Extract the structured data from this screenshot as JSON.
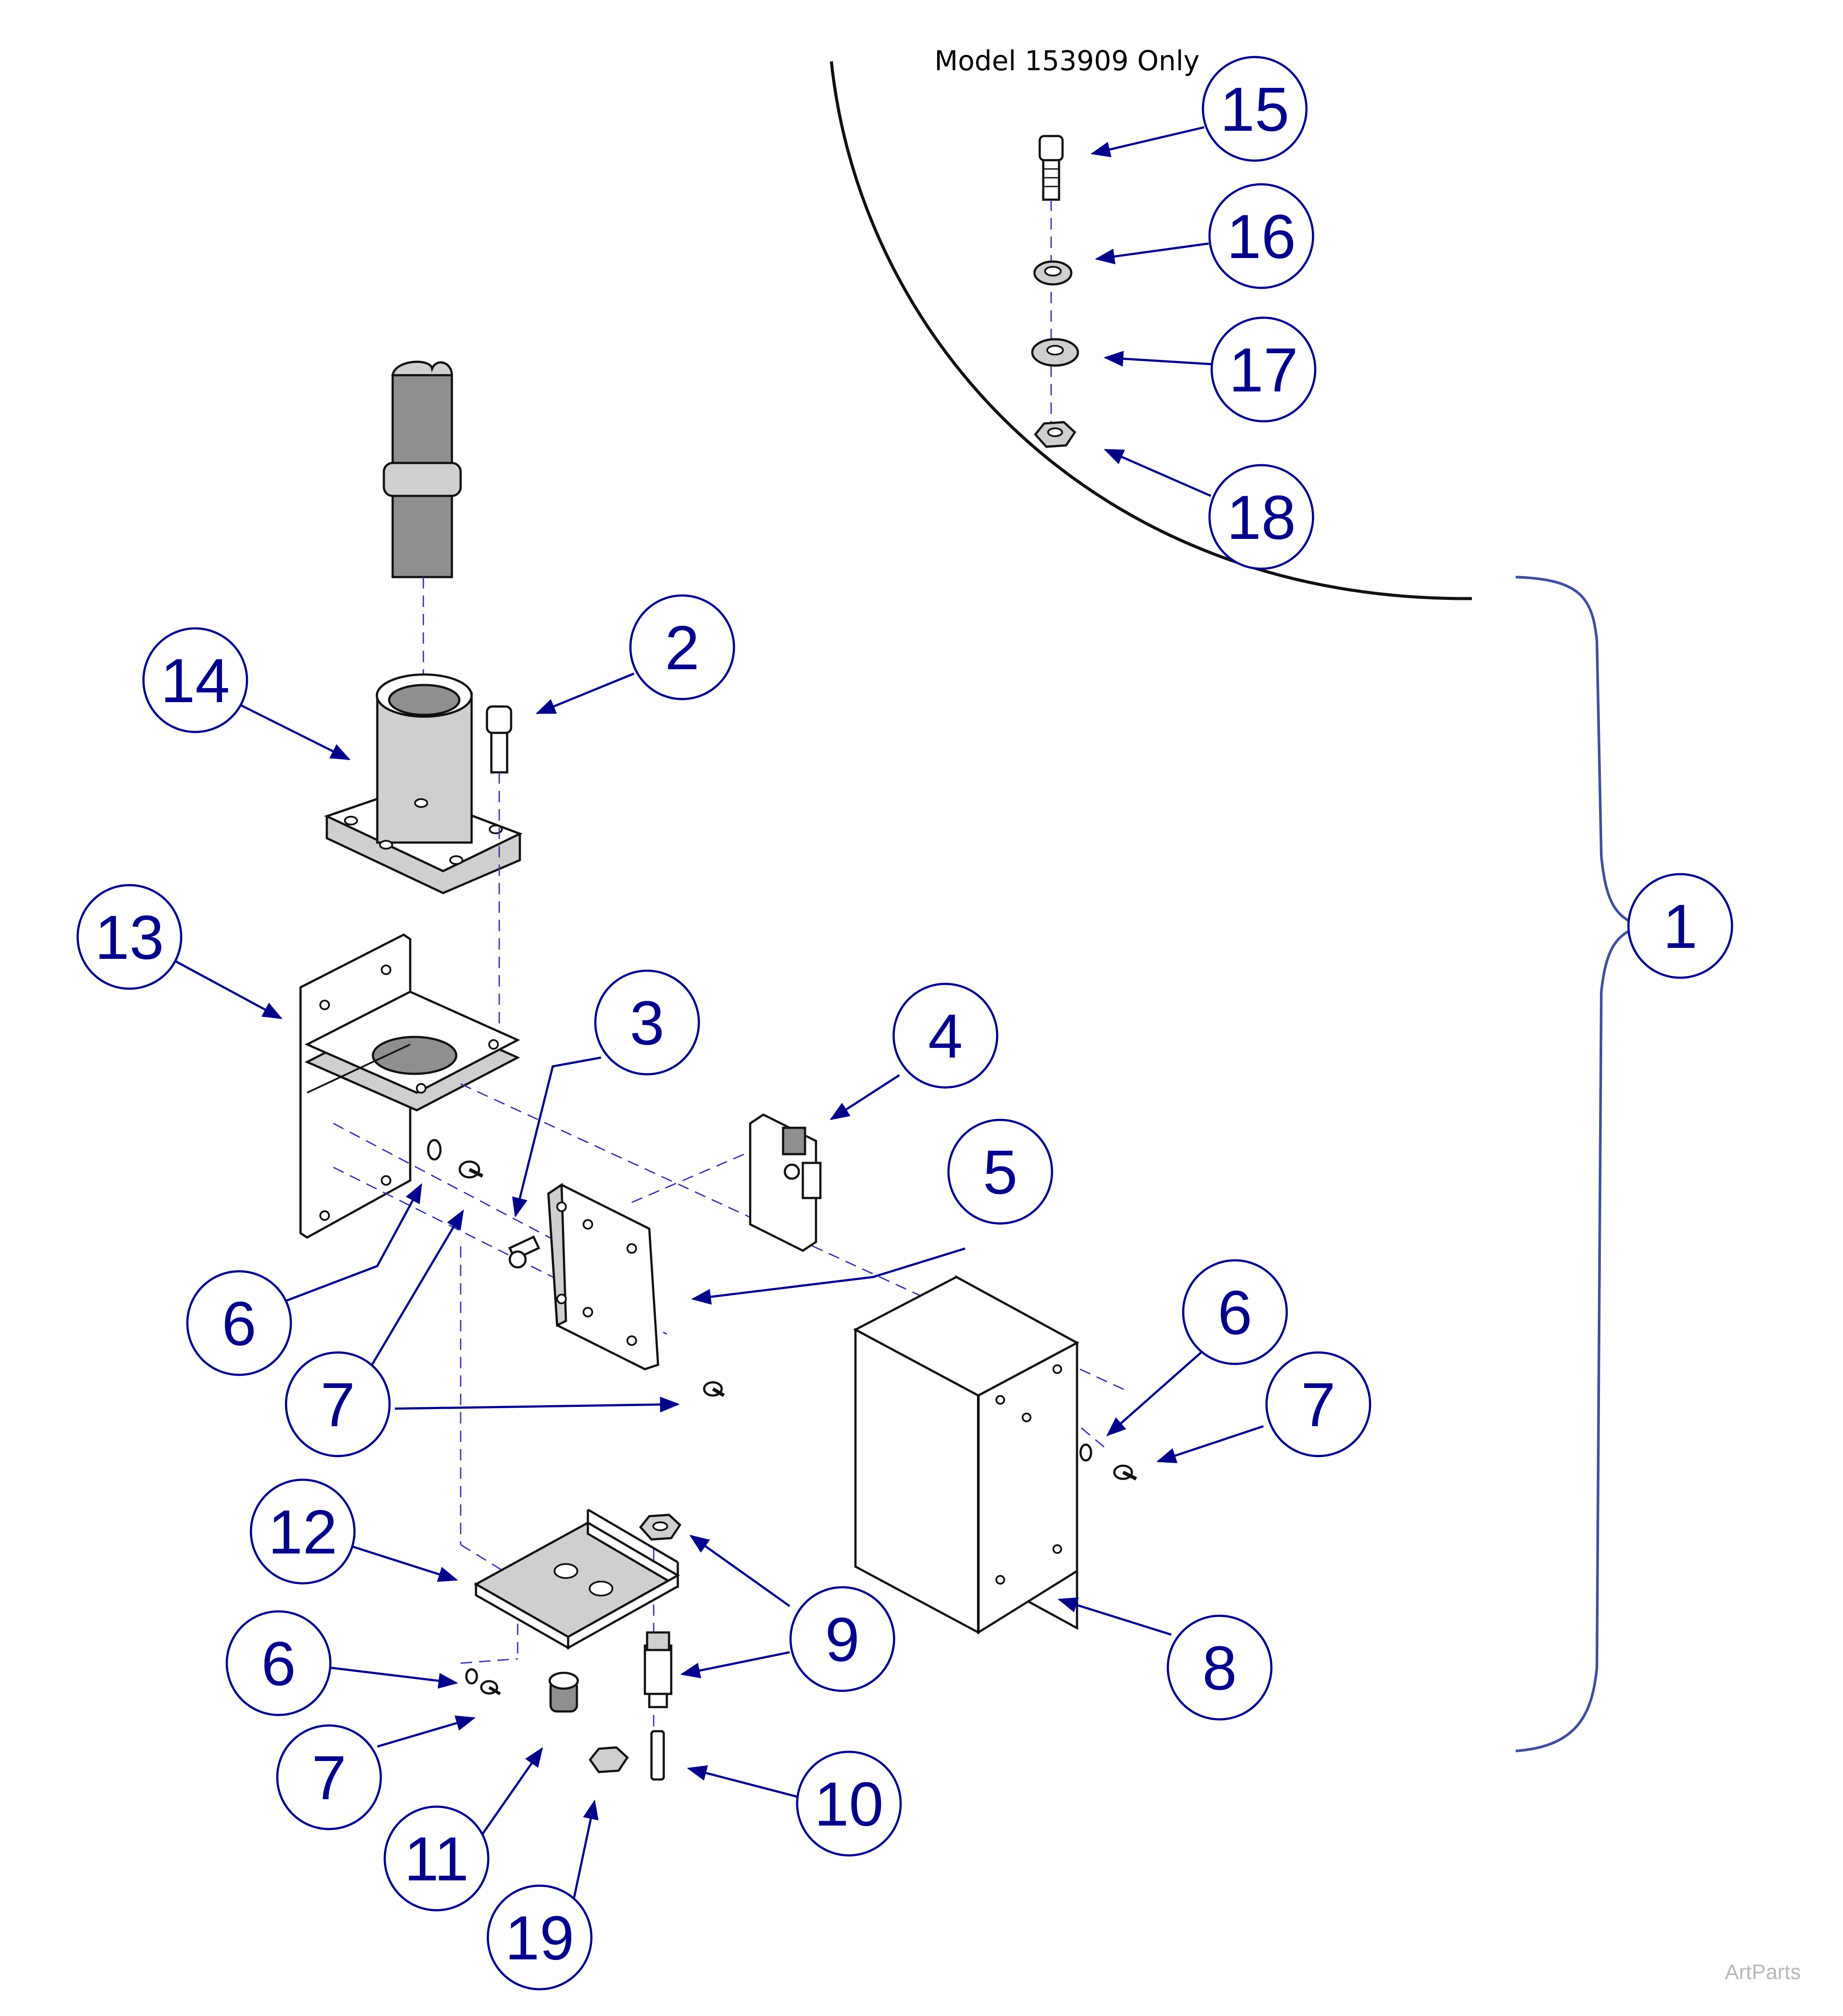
{
  "diagram": {
    "note": "Model 153909 Only",
    "watermark": "ArtParts",
    "callouts": [
      "1",
      "2",
      "3",
      "4",
      "5",
      "6",
      "7",
      "7",
      "6",
      "7",
      "8",
      "9",
      "10",
      "11",
      "12",
      "13",
      "14",
      "15",
      "16",
      "17",
      "18",
      "6",
      "7",
      "19"
    ],
    "colors": {
      "callout": "#00008b",
      "line": "#111111",
      "dash": "#3333aa",
      "fill_gray": "#cfcfcf"
    }
  }
}
